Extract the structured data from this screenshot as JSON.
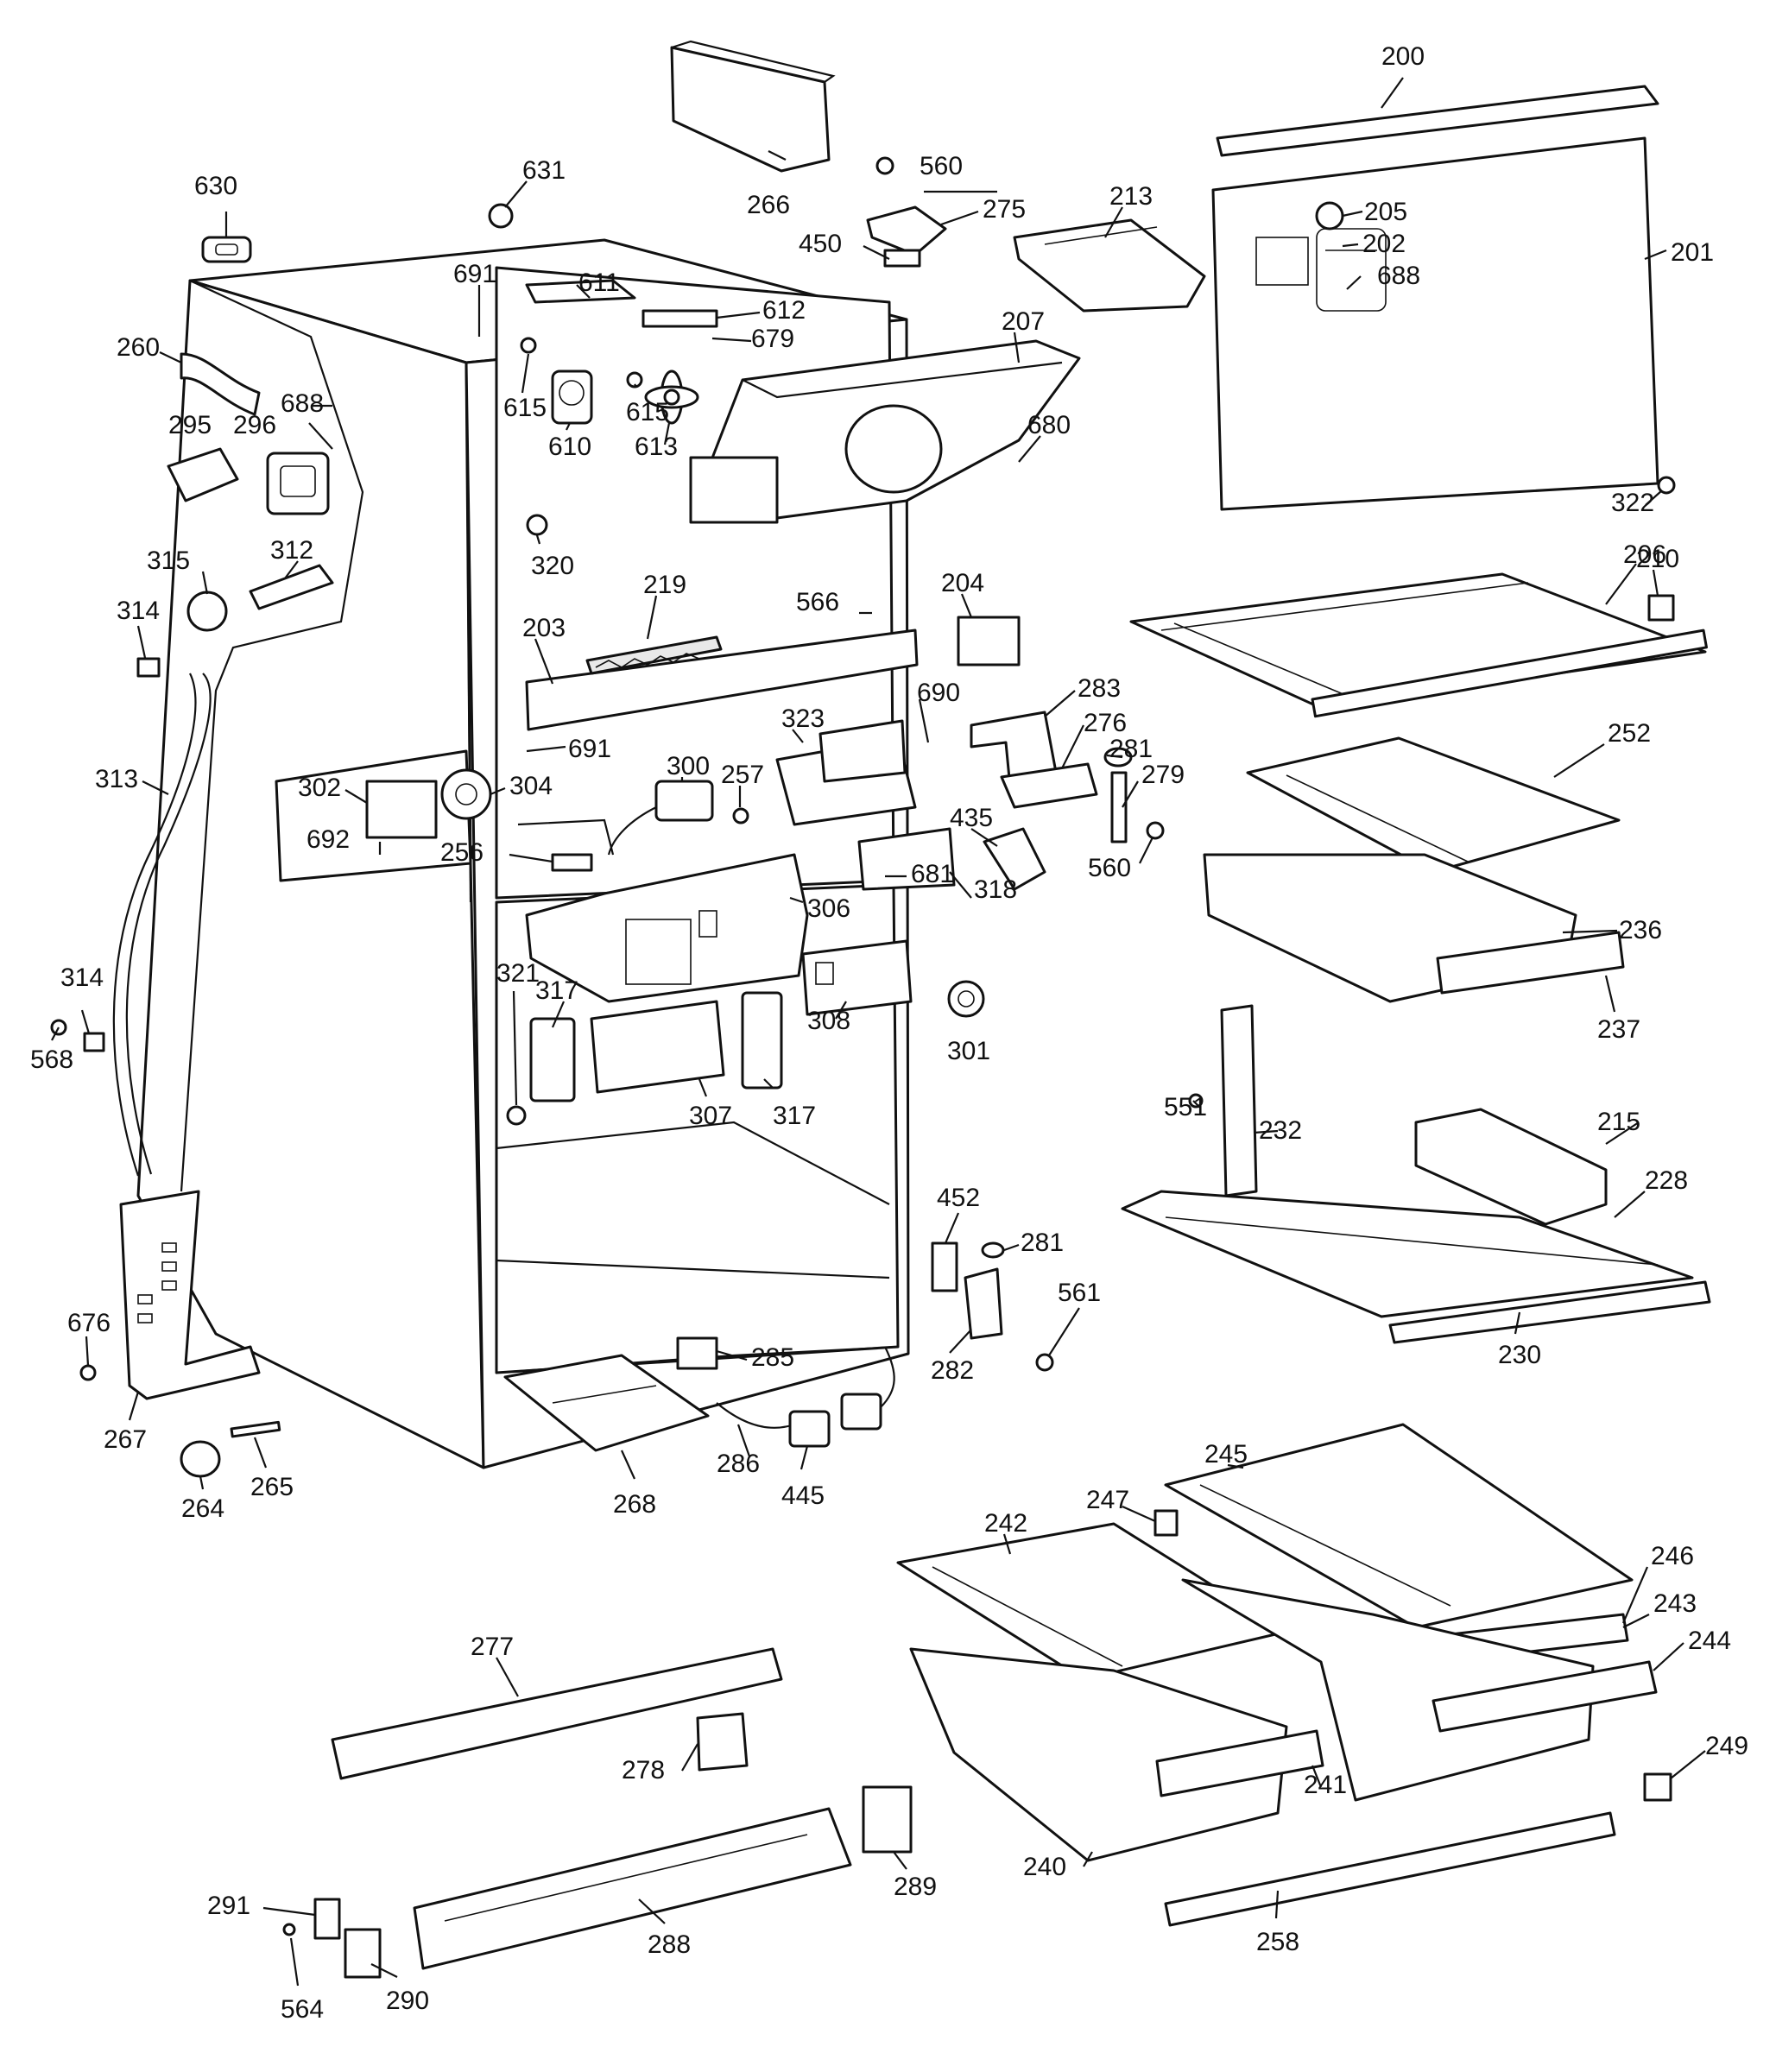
{
  "callouts": [
    "200",
    "201",
    "202",
    "203",
    "204",
    "205",
    "206",
    "207",
    "210",
    "213",
    "215",
    "219",
    "228",
    "230",
    "232",
    "236",
    "237",
    "240",
    "241",
    "242",
    "243",
    "244",
    "245",
    "246",
    "247",
    "249",
    "252",
    "256",
    "257",
    "258",
    "260",
    "264",
    "265",
    "266",
    "267",
    "268",
    "275",
    "276",
    "277",
    "278",
    "279",
    "281",
    "282",
    "283",
    "285",
    "286",
    "288",
    "289",
    "290",
    "291",
    "295",
    "296",
    "300",
    "301",
    "302",
    "304",
    "306",
    "307",
    "308",
    "312",
    "313",
    "314",
    "315",
    "317",
    "318",
    "320",
    "321",
    "322",
    "323",
    "435",
    "445",
    "450",
    "452",
    "551",
    "560",
    "561",
    "564",
    "566",
    "568",
    "610",
    "611",
    "612",
    "613",
    "615",
    "630",
    "631",
    "676",
    "679",
    "680",
    "681",
    "688",
    "690",
    "691",
    "692"
  ]
}
